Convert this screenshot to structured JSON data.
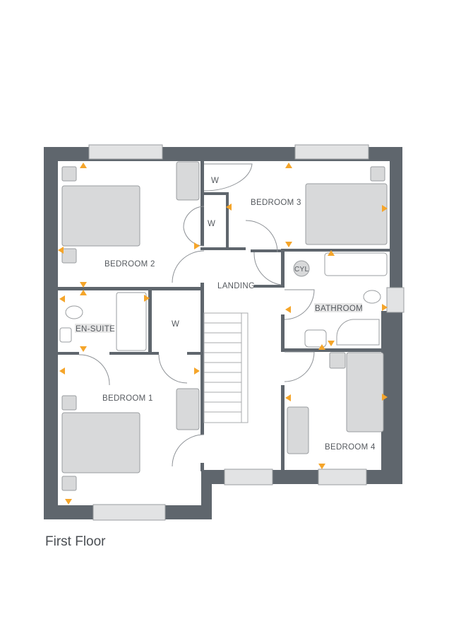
{
  "caption": "First Floor",
  "rooms": {
    "bedroom1": "BEDROOM 1",
    "bedroom2": "BEDROOM 2",
    "bedroom3": "BEDROOM 3",
    "bedroom4": "BEDROOM 4",
    "ensuite": "EN-SUITE",
    "bathroom": "BATHROOM",
    "landing": "LANDING",
    "wardrobe1": "W",
    "wardrobe2": "W",
    "wardrobe3": "W",
    "cylinder": "CYL"
  },
  "colors": {
    "wall": "#5f666d",
    "marker": "#f5a52a",
    "furniture": "#d8d9da",
    "furniture_stroke": "#9a9da0"
  }
}
